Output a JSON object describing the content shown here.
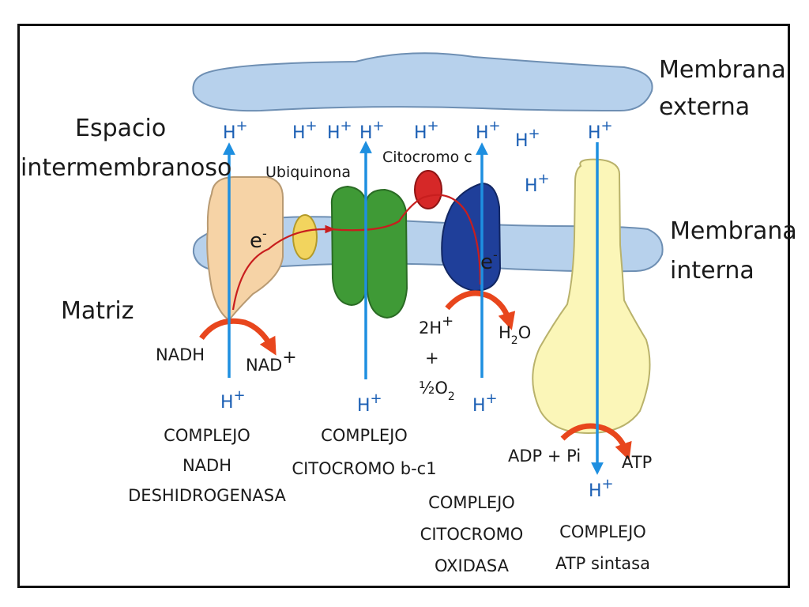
{
  "labels": {
    "membrana_externa_1": "Membrana",
    "membrana_externa_2": "externa",
    "espacio_1": "Espacio",
    "espacio_2": "intermembranoso",
    "membrana_interna_1": "Membrana",
    "membrana_interna_2": "interna",
    "matriz": "Matriz",
    "ubiquinona": "Ubiquinona",
    "citocromo_c": "Citocromo c",
    "nadh": "NADH",
    "nad": "NAD",
    "nad_sup": "+",
    "two_h": "2H",
    "two_h_sup": "+",
    "plus": "+",
    "half_o2": "½O",
    "half_o2_sub": "2",
    "h2o_h": "H",
    "h2o_sub": "2",
    "h2o_o": "O",
    "adp_pi": "ADP + Pi",
    "atp": "ATP",
    "electron": "e",
    "electron_sup": "-",
    "proton_h": "H",
    "proton_sup": "+"
  },
  "complexes": {
    "c1_line1": "COMPLEJO",
    "c1_line2": "NADH",
    "c1_line3": "DESHIDROGENASA",
    "c3_line1": "COMPLEJO",
    "c3_line2": "CITOCROMO b-c1",
    "c4_line1": "COMPLEJO",
    "c4_line2": "CITOCROMO",
    "c4_line3": "OXIDASA",
    "c5_line1": "COMPLEJO",
    "c5_line2": "ATP sintasa"
  },
  "colors": {
    "membrane": "#b7d1ec",
    "membrane_stroke": "#6e8fb3",
    "complex1": "#f6d3a6",
    "ubiquinone": "#f2d45e",
    "complex3": "#3f9a36",
    "cytochrome_c": "#d62828",
    "complex4": "#1f3f9a",
    "atp_synthase": "#fbf6b8",
    "proton_arrow": "#1e8fe0",
    "electron_path": "#c81e1e",
    "reaction_arrow": "#e8461d"
  }
}
